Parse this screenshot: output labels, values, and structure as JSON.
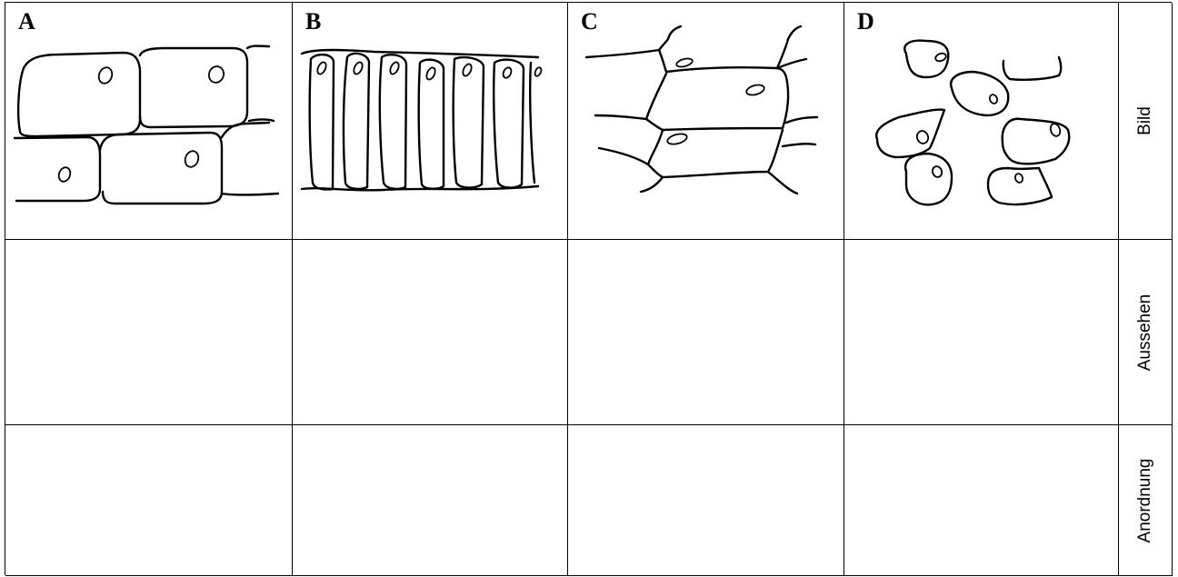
{
  "panels": [
    {
      "letter": "A"
    },
    {
      "letter": "B"
    },
    {
      "letter": "C"
    },
    {
      "letter": "D"
    }
  ],
  "row_labels": {
    "image": "Bild",
    "appearance": "Aussehen",
    "arrangement": "Anordnung"
  }
}
